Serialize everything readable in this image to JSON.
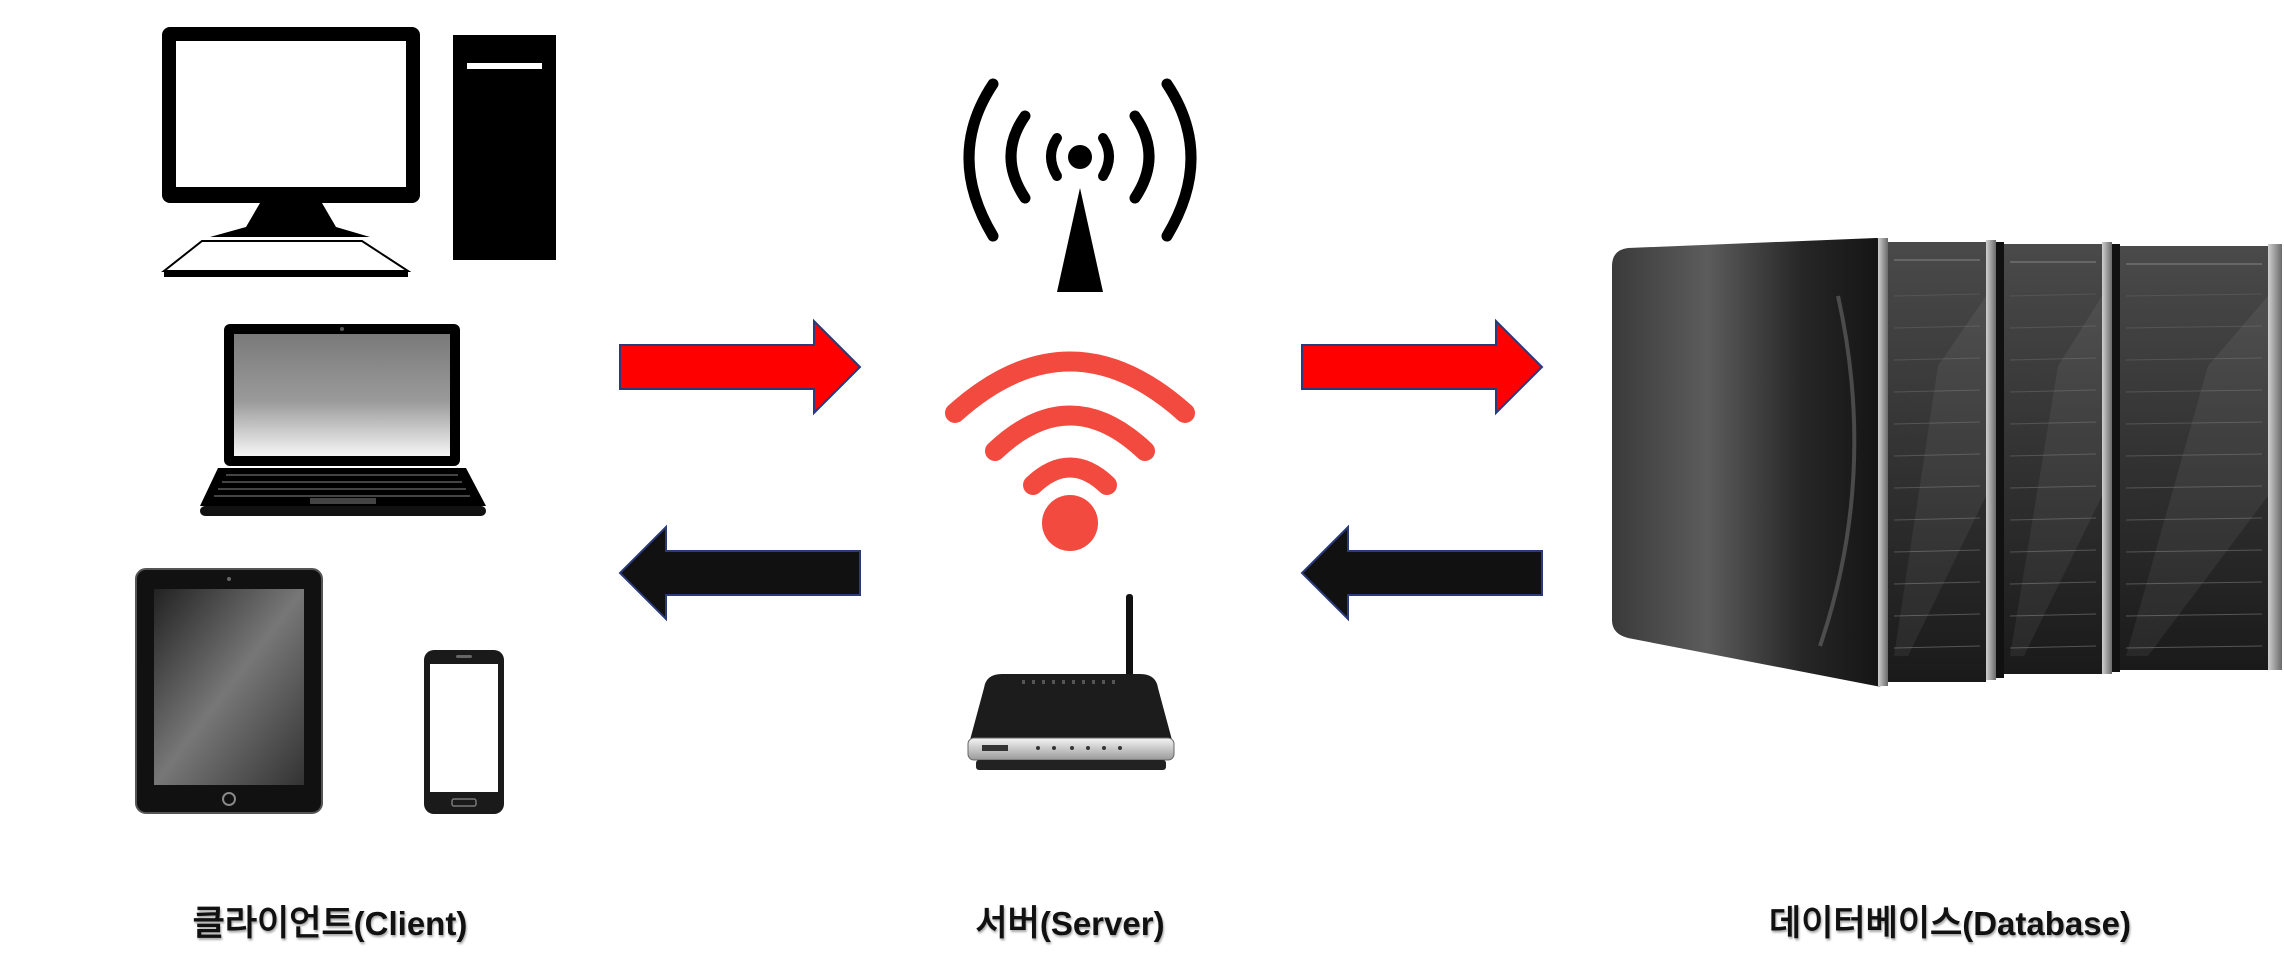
{
  "labels": {
    "client": {
      "ko": "클라이언트",
      "en": "(Client)"
    },
    "server": {
      "ko": "서버",
      "en": "(Server)"
    },
    "database": {
      "ko": "데이터베이스",
      "en": "(Database)"
    }
  },
  "icons": {
    "client_devices": [
      "desktop-computer-icon",
      "laptop-icon",
      "tablet-icon",
      "smartphone-icon"
    ],
    "server_devices": [
      "antenna-tower-icon",
      "wifi-icon",
      "router-icon"
    ],
    "database_devices": [
      "server-rack-icon"
    ]
  },
  "arrows": {
    "request": {
      "direction": "right",
      "color": "#ff0000"
    },
    "response": {
      "direction": "left",
      "color": "#111111"
    }
  },
  "colors": {
    "wifi": "#f24a3e",
    "request_arrow": "#ff0000",
    "response_arrow": "#111111",
    "arrow_outline": "#2b3a7a"
  }
}
